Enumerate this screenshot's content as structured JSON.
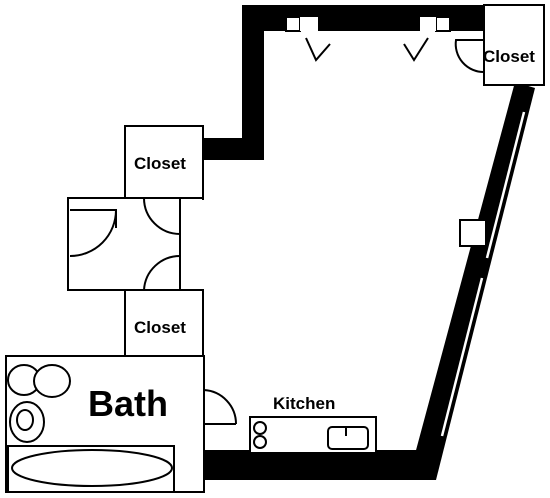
{
  "floor_plan": {
    "rooms": {
      "closet_top_right": "Closet",
      "closet_upper_left": "Closet",
      "closet_lower_left": "Closet",
      "bath": "Bath",
      "kitchen": "Kitchen"
    },
    "colors": {
      "wall": "#000000",
      "background": "#ffffff"
    }
  }
}
